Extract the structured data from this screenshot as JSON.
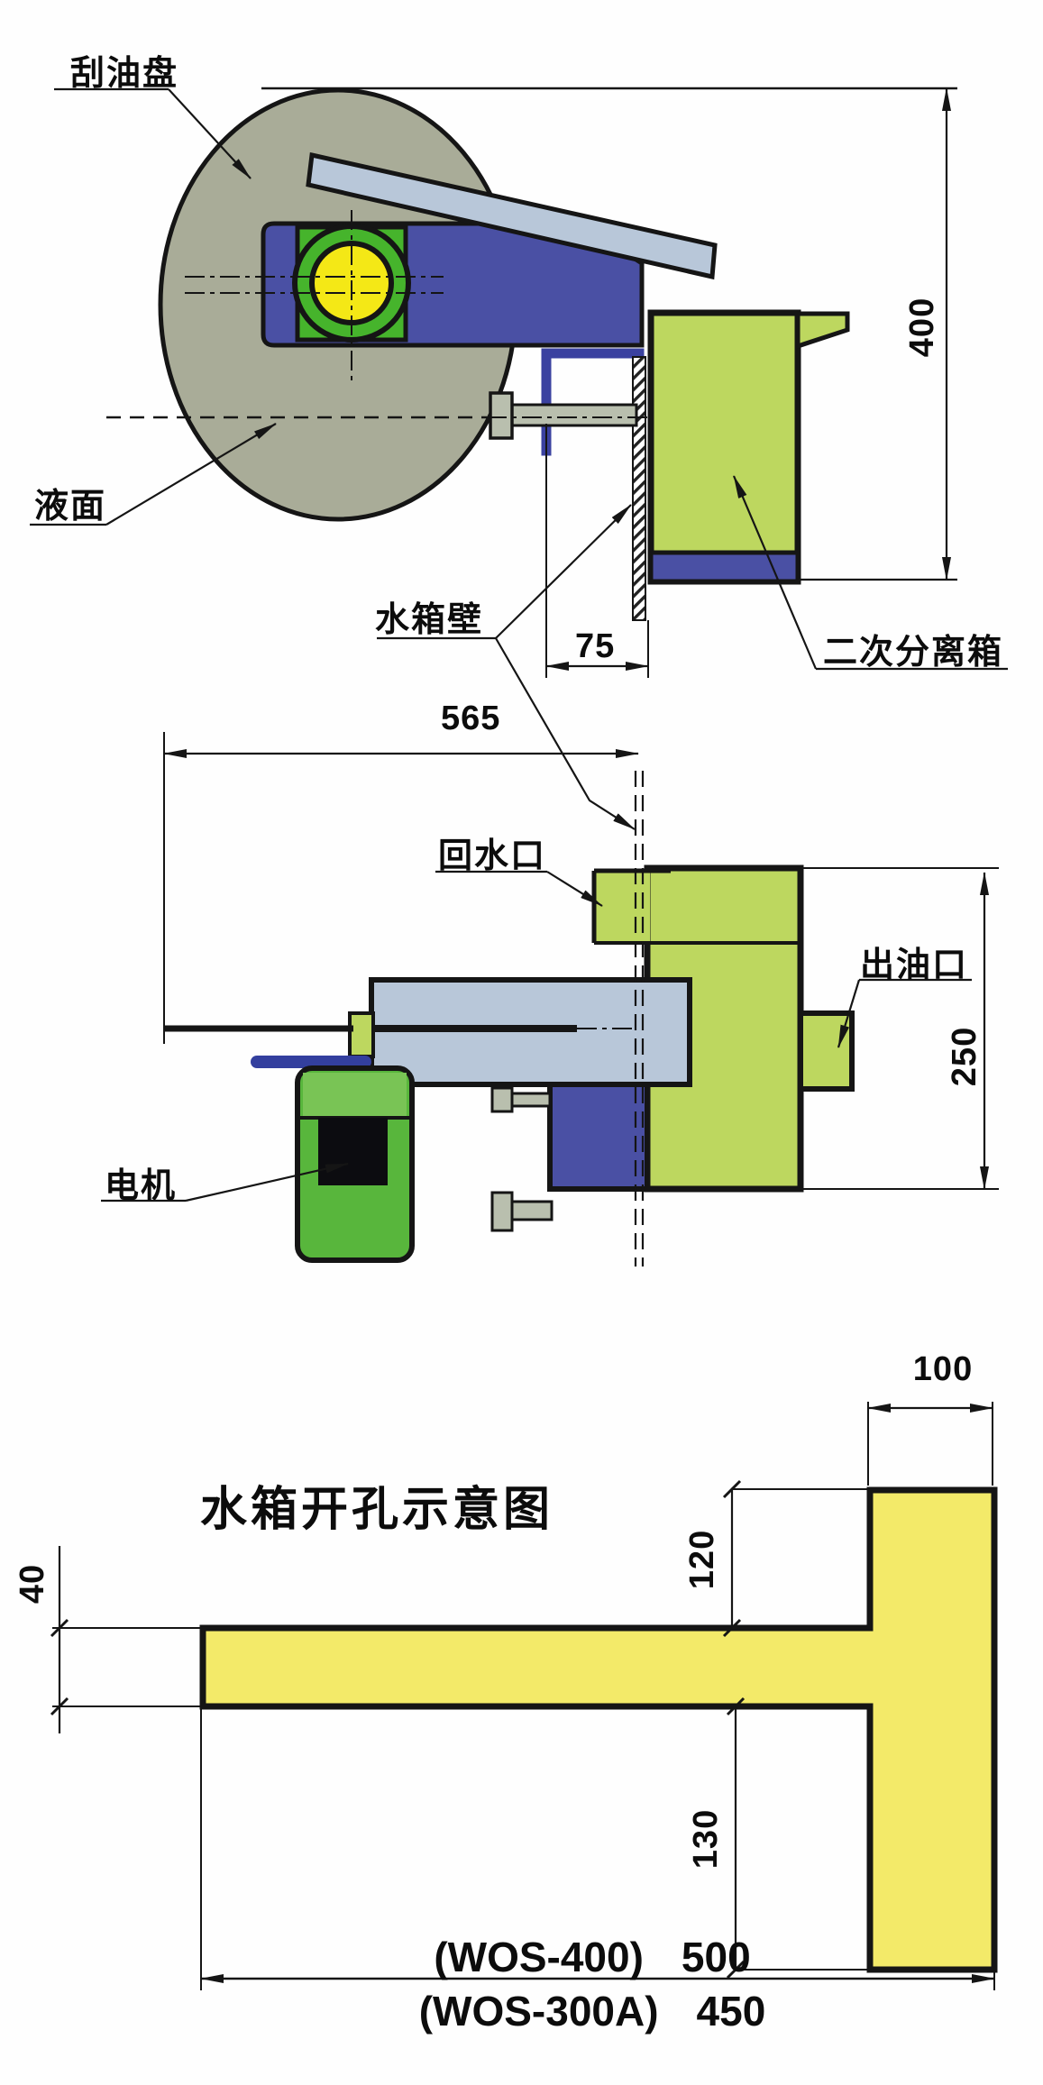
{
  "drawing": {
    "labels": {
      "scraper_disc": "刮油盘",
      "liquid_level": "液面",
      "tank_wall": "水箱壁",
      "secondary_separator": "二次分离箱",
      "return_port": "回水口",
      "oil_outlet": "出油口",
      "motor": "电机"
    },
    "dimensions": {
      "separator_height": "400",
      "wall_offset": "75",
      "arm_span": "565",
      "separator_side_height": "250",
      "cutout_top_width": "100",
      "cutout_riser": "120",
      "cutout_bar_height": "40",
      "cutout_lower_notch": "130"
    },
    "cutout": {
      "title": "水箱开孔示意图"
    },
    "models": [
      {
        "name": "(WOS-400)",
        "width": "500"
      },
      {
        "name": "(WOS-300A)",
        "width": "450"
      }
    ],
    "colors": {
      "disc_gray": "#a9ac98",
      "body_blue": "#4a50a4",
      "bearing_green": "#46b42c",
      "shaft_yellow": "#f4e816",
      "blade_gray_blue": "#b8c7d9",
      "separator_green": "#bdd75f",
      "motor_green": "#58b63c",
      "cutout_yellow": "#f3ea69",
      "line_black": "#151515"
    }
  }
}
